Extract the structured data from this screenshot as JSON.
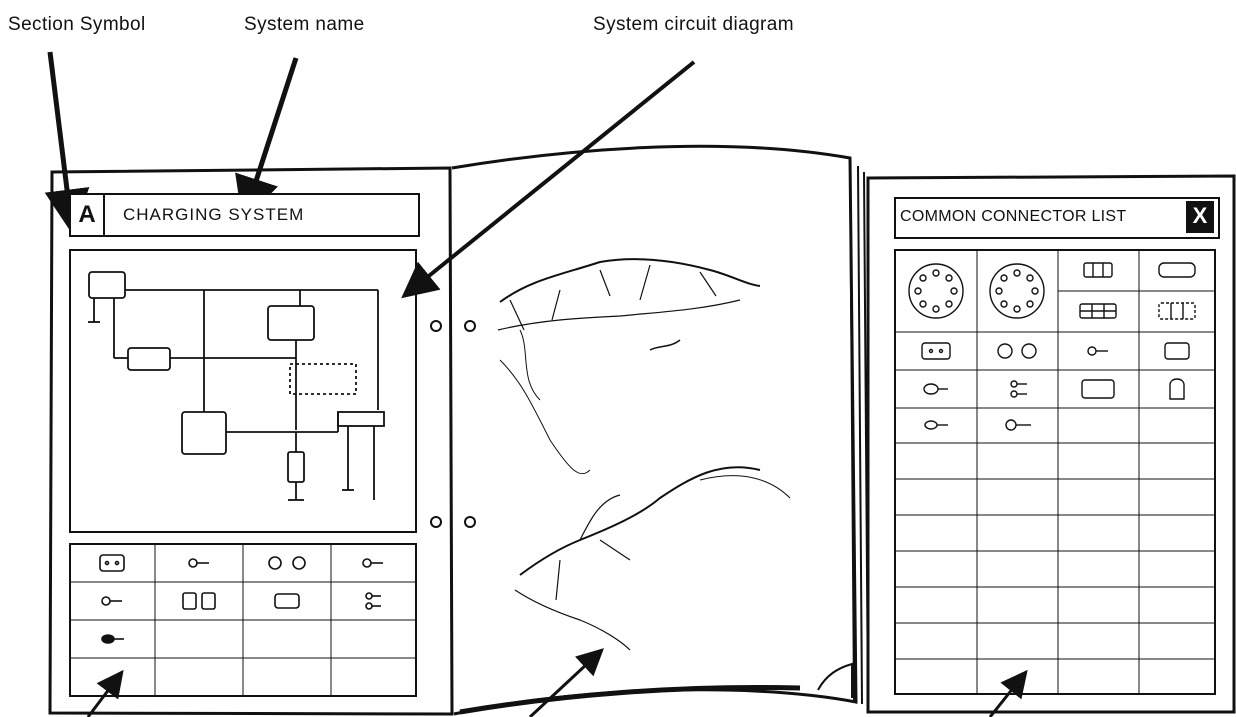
{
  "callouts": {
    "section_symbol": "Section Symbol",
    "system_name": "System name",
    "system_circuit_diagram": "System circuit diagram"
  },
  "left_page": {
    "section_letter": "A",
    "system_title": "CHARGING SYSTEM",
    "connector_rows": [
      [
        "block-connector-icon",
        "pin-connector-icon",
        "dual-round-connector-icon",
        "pin-connector-icon"
      ],
      [
        "pin-connector-icon",
        "dual-block-connector-icon",
        "block-connector-icon",
        "double-pin-connector-icon"
      ],
      [
        "pin-connector-icon",
        "",
        "",
        ""
      ],
      [
        "",
        "",
        "",
        ""
      ]
    ]
  },
  "right_page": {
    "title": "COMMON CONNECTOR LIST",
    "section_letter": "X",
    "connector_rows": [
      [
        "round-multi-pin-connector-icon",
        "round-multi-pin-connector-icon",
        "small-block-connector-icon",
        "flat-connector-icon"
      ],
      [
        "",
        "",
        "wide-block-connector-icon",
        "wide-block-connector-icon"
      ],
      [
        "block-connector-icon",
        "dual-round-connector-icon",
        "pin-connector-icon",
        "block-connector-icon"
      ],
      [
        "pin-connector-icon",
        "double-pin-connector-icon",
        "block-connector-icon",
        "bullet-connector-icon"
      ],
      [
        "pin-connector-icon",
        "pin-connector-icon",
        "",
        ""
      ],
      [
        "",
        "",
        "",
        ""
      ],
      [
        "",
        "",
        "",
        ""
      ],
      [
        "",
        "",
        "",
        ""
      ],
      [
        "",
        "",
        "",
        ""
      ],
      [
        "",
        "",
        "",
        ""
      ],
      [
        "",
        "",
        "",
        ""
      ],
      [
        "",
        "",
        "",
        ""
      ]
    ]
  },
  "colors": {
    "ink": "#111111",
    "paper": "#ffffff"
  }
}
